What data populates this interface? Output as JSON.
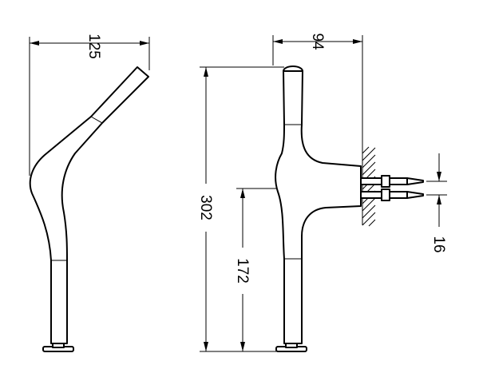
{
  "dimensions": {
    "spout_reach": "125",
    "wall_projection": "94",
    "overall_height": "302",
    "outlet_height": "172",
    "inlet_spacing": "16"
  }
}
